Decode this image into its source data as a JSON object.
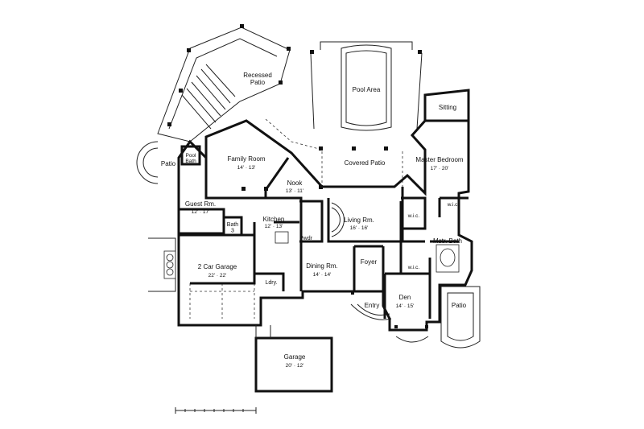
{
  "rooms": {
    "recessed_patio": {
      "name": "Recessed\nPatio",
      "dims": ""
    },
    "pool_area": {
      "name": "Pool Area",
      "dims": ""
    },
    "sitting": {
      "name": "Sitting",
      "dims": ""
    },
    "patio_left": {
      "name": "Patio",
      "dims": ""
    },
    "pool_bath": {
      "name": "Pool\nBath",
      "dims": ""
    },
    "family_room": {
      "name": "Family Room",
      "dims": "14' · 13'"
    },
    "covered_patio": {
      "name": "Covered Patio",
      "dims": ""
    },
    "master_bedroom": {
      "name": "Master Bedroom",
      "dims": "17' · 20'"
    },
    "nook": {
      "name": "Nook",
      "dims": "13' · 11'"
    },
    "guest_rm": {
      "name": "Guest Rm.",
      "dims": "12' · 17'"
    },
    "kitchen": {
      "name": "Kitchen",
      "dims": "12' · 13'"
    },
    "bath3": {
      "name": "Bath\n3",
      "dims": ""
    },
    "living_rm": {
      "name": "Living Rm.",
      "dims": "16' · 16'"
    },
    "wic1": {
      "name": "w.i.c.",
      "dims": ""
    },
    "wic2": {
      "name": "w.i.c.",
      "dims": ""
    },
    "wic3": {
      "name": "w.i.c.",
      "dims": ""
    },
    "pwdr": {
      "name": "Pwdr",
      "dims": ""
    },
    "mstr_bath": {
      "name": "Mstr. Bath",
      "dims": ""
    },
    "two_car_garage": {
      "name": "2 Car Garage",
      "dims": "22' · 22'"
    },
    "foyer": {
      "name": "Foyer",
      "dims": ""
    },
    "dining_rm": {
      "name": "Dining Rm.",
      "dims": "14' · 14'"
    },
    "ldry": {
      "name": "Ldry.",
      "dims": ""
    },
    "den": {
      "name": "Den",
      "dims": "14' · 15'"
    },
    "entry": {
      "name": "Entry",
      "dims": ""
    },
    "patio_right": {
      "name": "Patio",
      "dims": ""
    },
    "garage": {
      "name": "Garage",
      "dims": "20' · 12'"
    }
  }
}
